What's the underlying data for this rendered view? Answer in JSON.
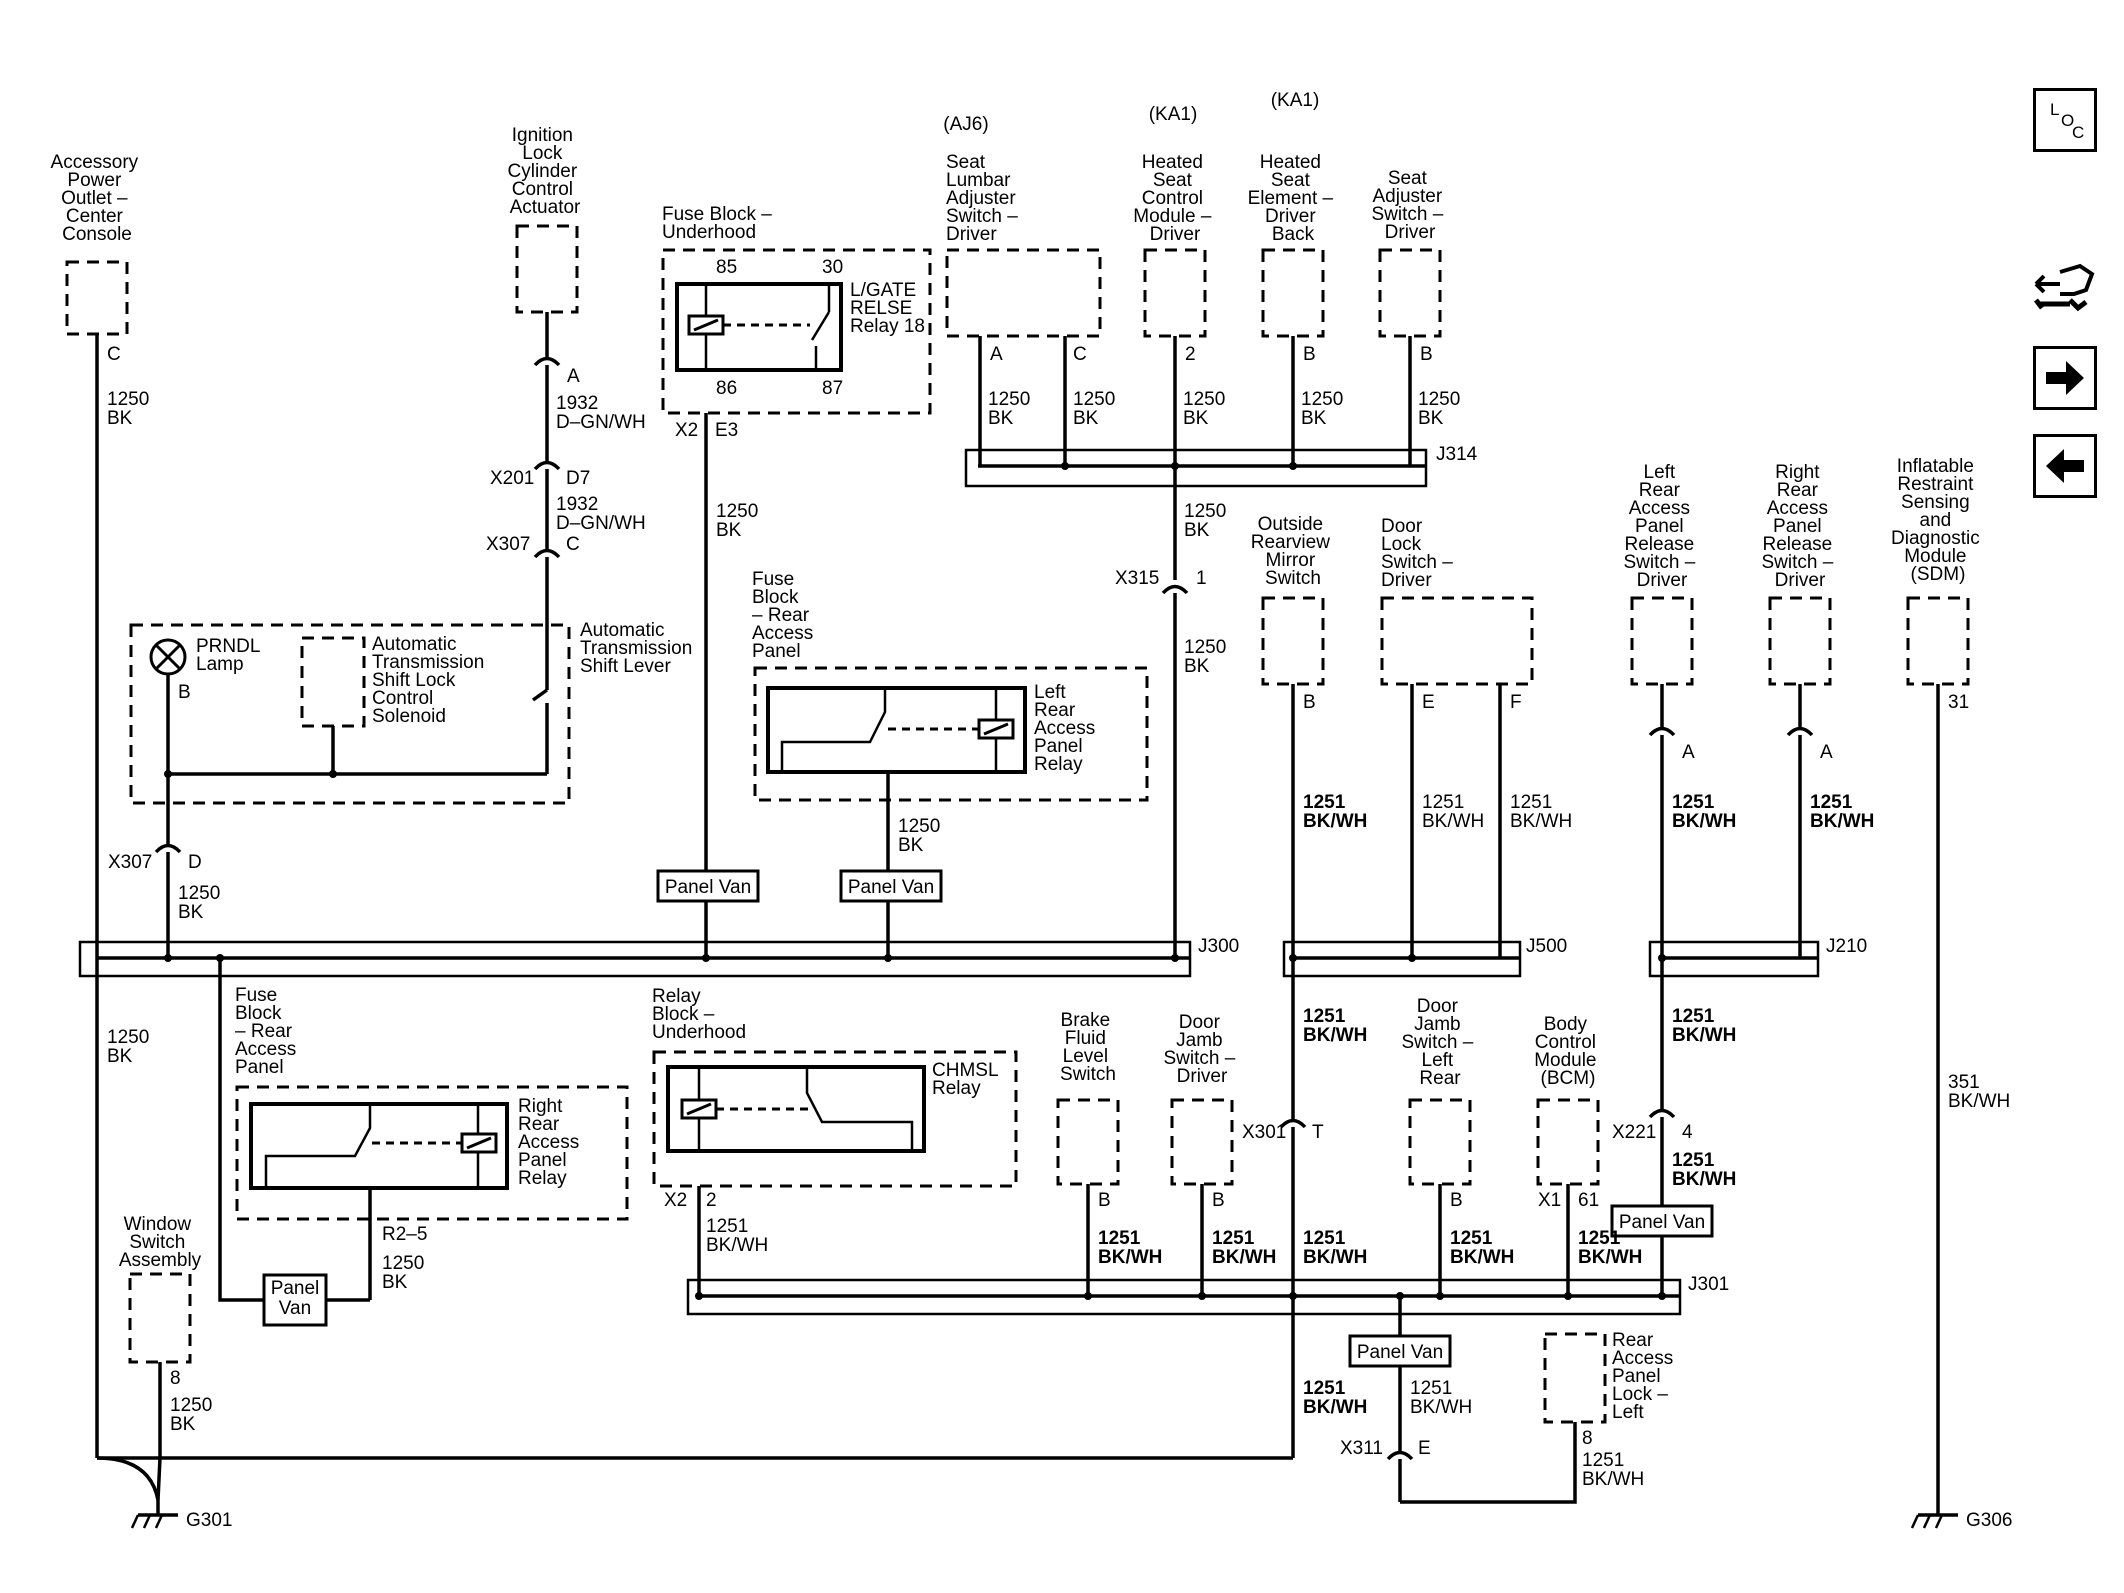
{
  "nav": {
    "loc_letters": [
      "L",
      "O",
      "C"
    ]
  },
  "components": {
    "accessory_power_outlet": [
      "Accessory",
      "Power",
      "Outlet –",
      "Center",
      "Console"
    ],
    "ignition_lock": [
      "Ignition",
      "Lock",
      "Cylinder",
      "Control",
      "Actuator"
    ],
    "fuse_block_underhood": [
      "Fuse Block –",
      "Underhood"
    ],
    "lgate_relay": [
      "L/GATE",
      "RELSE",
      "Relay 18"
    ],
    "aj6_option": "(AJ6)",
    "ka1_option_a": "(KA1)",
    "ka1_option_b": "(KA1)",
    "seat_lumbar": [
      "Seat",
      "Lumbar",
      "Adjuster",
      "Switch –",
      "Driver"
    ],
    "heated_seat_module": [
      "Heated",
      "Seat",
      "Control",
      "Module –",
      "Driver"
    ],
    "heated_seat_element": [
      "Heated",
      "Seat",
      "Element –",
      "Driver",
      "Back"
    ],
    "seat_adjuster": [
      "Seat",
      "Adjuster",
      "Switch –",
      "Driver"
    ],
    "prndl_lamp": [
      "PRNDL",
      "Lamp"
    ],
    "shift_lock_solenoid": [
      "Automatic",
      "Transmission",
      "Shift Lock",
      "Control",
      "Solenoid"
    ],
    "auto_trans_shift_lever": [
      "Automatic",
      "Transmission",
      "Shift Lever"
    ],
    "fuse_block_rear_access_top": [
      "Fuse",
      "Block",
      "– Rear",
      "Access",
      "Panel"
    ],
    "left_rear_relay": [
      "Left",
      "Rear",
      "Access",
      "Panel",
      "Relay"
    ],
    "outside_mirror_switch": [
      "Outside",
      "Rearview",
      "Mirror",
      "Switch"
    ],
    "door_lock_switch": [
      "Door",
      "Lock",
      "Switch –",
      "Driver"
    ],
    "left_rear_release_switch": [
      "Left",
      "Rear",
      "Access",
      "Panel",
      "Release",
      "Switch –",
      "Driver"
    ],
    "right_rear_release_switch": [
      "Right",
      "Rear",
      "Access",
      "Panel",
      "Release",
      "Switch –",
      "Driver"
    ],
    "sdm": [
      "Inflatable",
      "Restraint",
      "Sensing",
      "and",
      "Diagnostic",
      "Module",
      "(SDM)"
    ],
    "fuse_block_rear_access_bottom": [
      "Fuse",
      "Block",
      "– Rear",
      "Access",
      "Panel"
    ],
    "right_rear_relay": [
      "Right",
      "Rear",
      "Access",
      "Panel",
      "Relay"
    ],
    "relay_block_underhood": [
      "Relay",
      "Block –",
      "Underhood"
    ],
    "chmsl_relay": [
      "CHMSL",
      "Relay"
    ],
    "brake_fluid_switch": [
      "Brake",
      "Fluid",
      "Level",
      "Switch"
    ],
    "door_jamb_driver": [
      "Door",
      "Jamb",
      "Switch –",
      "Driver"
    ],
    "door_jamb_left_rear": [
      "Door",
      "Jamb",
      "Switch –",
      "Left",
      "Rear"
    ],
    "bcm": [
      "Body",
      "Control",
      "Module",
      "(BCM)"
    ],
    "window_switch": [
      "Window",
      "Switch",
      "Assembly"
    ],
    "rear_panel_lock": [
      "Rear",
      "Access",
      "Panel",
      "Lock –",
      "Left"
    ]
  },
  "wires": {
    "w1250": "1250",
    "bk": "BK",
    "w1251": "1251",
    "bkwh": "BK/WH",
    "w1932": "1932",
    "dgnwh": "D–GN/WH",
    "w351": "351"
  },
  "pins": {
    "c": "C",
    "a": "A",
    "b": "B",
    "d": "D",
    "d7": "D7",
    "e": "E",
    "f": "F",
    "t": "T",
    "two": "2",
    "one": "1",
    "four": "4",
    "eight": "8",
    "thirtyone": "31",
    "sixtyone": "61",
    "e3": "E3",
    "r25": "R2–5",
    "p85": "85",
    "p30": "30",
    "p86": "86",
    "p87": "87"
  },
  "connectors": {
    "x201": "X201",
    "x307": "X307",
    "x2": "X2",
    "x315": "X315",
    "x301": "X301",
    "x221": "X221",
    "x1": "X1",
    "x311": "X311"
  },
  "splices": {
    "j314": "J314",
    "j300": "J300",
    "j500": "J500",
    "j210": "J210",
    "j301": "J301"
  },
  "grounds": {
    "g301": "G301",
    "g306": "G306"
  },
  "options": {
    "panel_van": "Panel Van",
    "panel": "Panel",
    "van": "Van"
  }
}
